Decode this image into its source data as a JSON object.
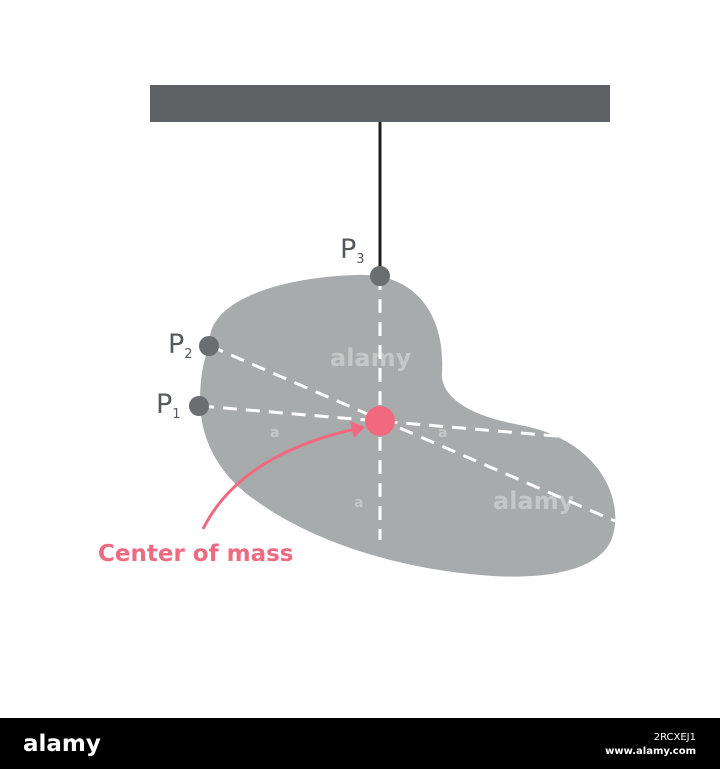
{
  "diagram": {
    "points": [
      {
        "letter": "P",
        "sub": "1"
      },
      {
        "letter": "P",
        "sub": "2"
      },
      {
        "letter": "P",
        "sub": "3"
      }
    ],
    "center_label": "Center of mass"
  },
  "watermark": {
    "text": "alamy",
    "small": "a"
  },
  "footer": {
    "brand": "alamy",
    "image_id": "2RCXEJ1",
    "url": "www.alamy.com"
  },
  "colors": {
    "bar": "#5e6264",
    "blob": "#a8abab",
    "point": "#6a6e70",
    "center": "#f0697f",
    "footer_bg": "#000000"
  }
}
